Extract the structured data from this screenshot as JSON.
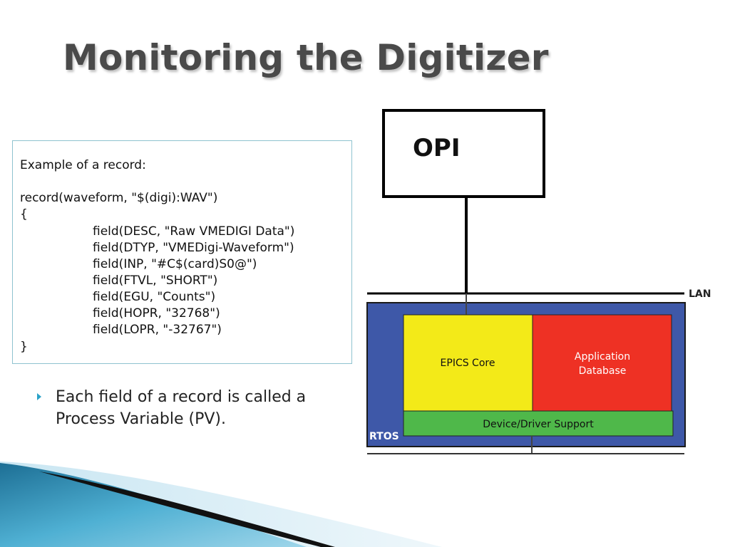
{
  "slide": {
    "title": "Monitoring the Digitizer"
  },
  "code": {
    "lines": [
      "Example of a record:",
      "record(waveform, \"$(digi):WAV\")",
      "{",
      "field(DESC, \"Raw VMEDIGI Data\")",
      "field(DTYP, \"VMEDigi-Waveform\")",
      "field(INP, \"#C$(card)S0@\")",
      "field(FTVL, \"SHORT\")",
      "field(EGU, \"Counts\")",
      "field(HOPR, \"32768\")",
      "field(LOPR, \"-32767\")",
      "}"
    ]
  },
  "bullet": {
    "text": "Each field of a record is called a Process Variable (PV)."
  },
  "diagram": {
    "opi_label": "OPI",
    "lan_label": "LAN",
    "rtos_label": "RTOS",
    "epics_core_label": "EPICS Core",
    "app_db_label_1": "Application",
    "app_db_label_2": "Database",
    "device_support_label": "Device/Driver Support",
    "colors": {
      "rtos_blue": "#3e58a8",
      "epics_yellow": "#f3ea18",
      "app_red": "#ee3124",
      "device_green": "#4fb84a"
    }
  }
}
